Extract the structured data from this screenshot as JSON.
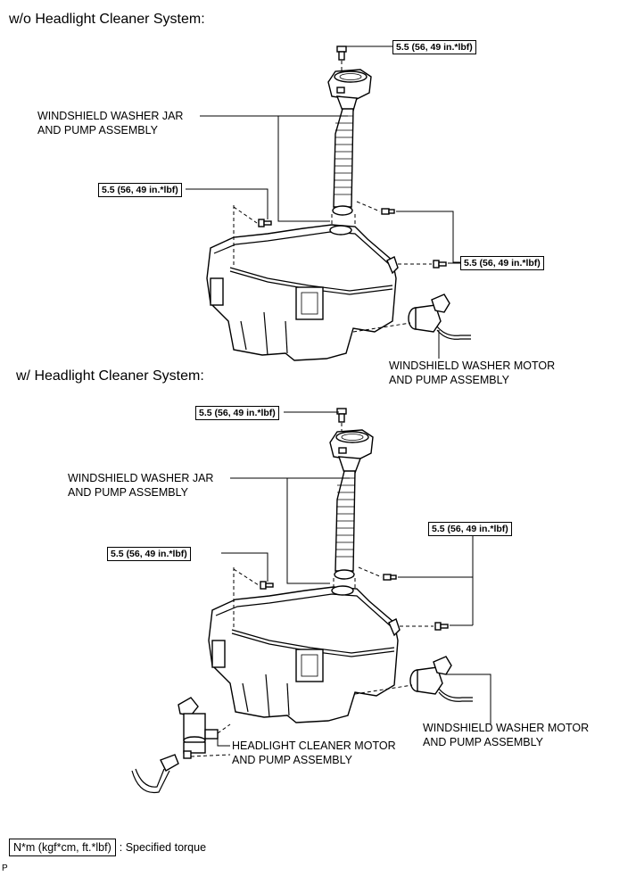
{
  "sections": [
    {
      "heading": "w/o Headlight Cleaner System:",
      "labels": {
        "jar": [
          "WINDSHIELD WASHER JAR",
          "AND PUMP ASSEMBLY"
        ],
        "motor": [
          "WINDSHIELD WASHER MOTOR",
          "AND PUMP ASSEMBLY"
        ]
      },
      "torques": [
        "5.5 (56, 49 in.*lbf)",
        "5.5 (56, 49 in.*lbf)",
        "5.5 (56, 49 in.*lbf)"
      ]
    },
    {
      "heading": "w/ Headlight Cleaner System:",
      "labels": {
        "jar": [
          "WINDSHIELD WASHER JAR",
          "AND PUMP ASSEMBLY"
        ],
        "motor": [
          "WINDSHIELD WASHER MOTOR",
          "AND PUMP ASSEMBLY"
        ],
        "headlight": [
          "HEADLIGHT CLEANER MOTOR",
          "AND PUMP ASSEMBLY"
        ]
      },
      "torques": [
        "5.5 (56, 49 in.*lbf)",
        "5.5 (56, 49 in.*lbf)",
        "5.5 (56, 49 in.*lbf)"
      ]
    }
  ],
  "legend": {
    "unit": "N*m (kgf*cm, ft.*lbf)",
    "text": ": Specified torque"
  },
  "footer_code": "P"
}
